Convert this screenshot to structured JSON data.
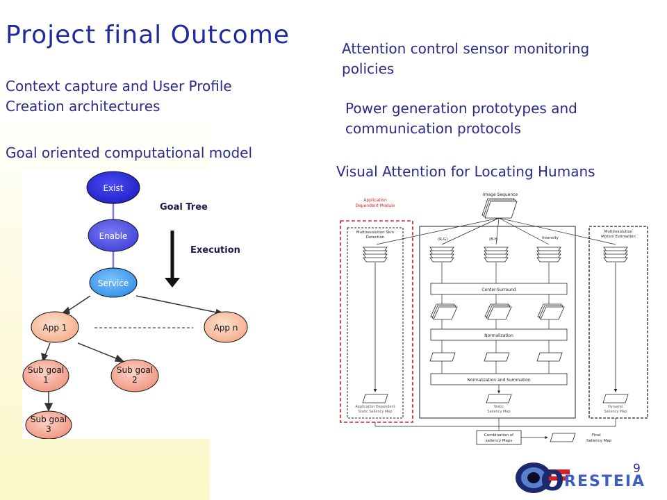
{
  "title": "Project final Outcome",
  "left": {
    "context_line1": "Context capture and User Profile",
    "context_line2": "Creation architectures",
    "goal_model": "Goal oriented computational model"
  },
  "right": {
    "attention_line1": "Attention control sensor monitoring",
    "attention_line2": "policies",
    "power_line1": "Power generation prototypes and",
    "power_line2": "communication protocols",
    "visual_attention": "Visual Attention for Locating Humans"
  },
  "goal_tree": {
    "goal_tree_label": "Goal Tree",
    "execution_label": "Execution",
    "nodes": {
      "exist": "Exist",
      "enable": "Enable",
      "service": "Service",
      "app1": "App 1",
      "appn": "App n",
      "subgoal1_a": "Sub goal",
      "subgoal1_b": "1",
      "subgoal2_a": "Sub goal",
      "subgoal2_b": "2",
      "subgoal3_a": "Sub goal",
      "subgoal3_b": "3"
    },
    "colors": {
      "blue_dark": "#1c1ccf",
      "blue_mid": "#4d4de6",
      "blue_light": "#3f9cf0",
      "peach": "#f8b99a",
      "salmon": "#f2a08e"
    }
  },
  "attention_diagram": {
    "image_sequence": "Image Sequence",
    "app_module_a": "Application",
    "app_module_b": "Dependent Module",
    "skin_a": "Multiresolution Skin",
    "skin_b": "Detection",
    "rg": "(R-G)",
    "by": "(B-Y)",
    "intensity": "Intensity",
    "motion_a": "Multiresolution",
    "motion_b": "Motion Estimation",
    "center_surround": "Center-Surround",
    "normalization": "Normalization",
    "norm_sum": "Normalization and Summation",
    "app_map_a": "Application Dependent",
    "app_map_b": "Static Saliency Map",
    "static_map_a": "Static",
    "static_map_b": "Saliency Map",
    "dynamic_map_a": "Dynamic",
    "dynamic_map_b": "Saliency Map",
    "combination_a": "Combination of",
    "combination_b": "saliency Maps",
    "final_a": "Final",
    "final_b": "Saliency Map"
  },
  "logo": {
    "text": "RESTEIA",
    "initial": "O"
  },
  "page_number": "9"
}
